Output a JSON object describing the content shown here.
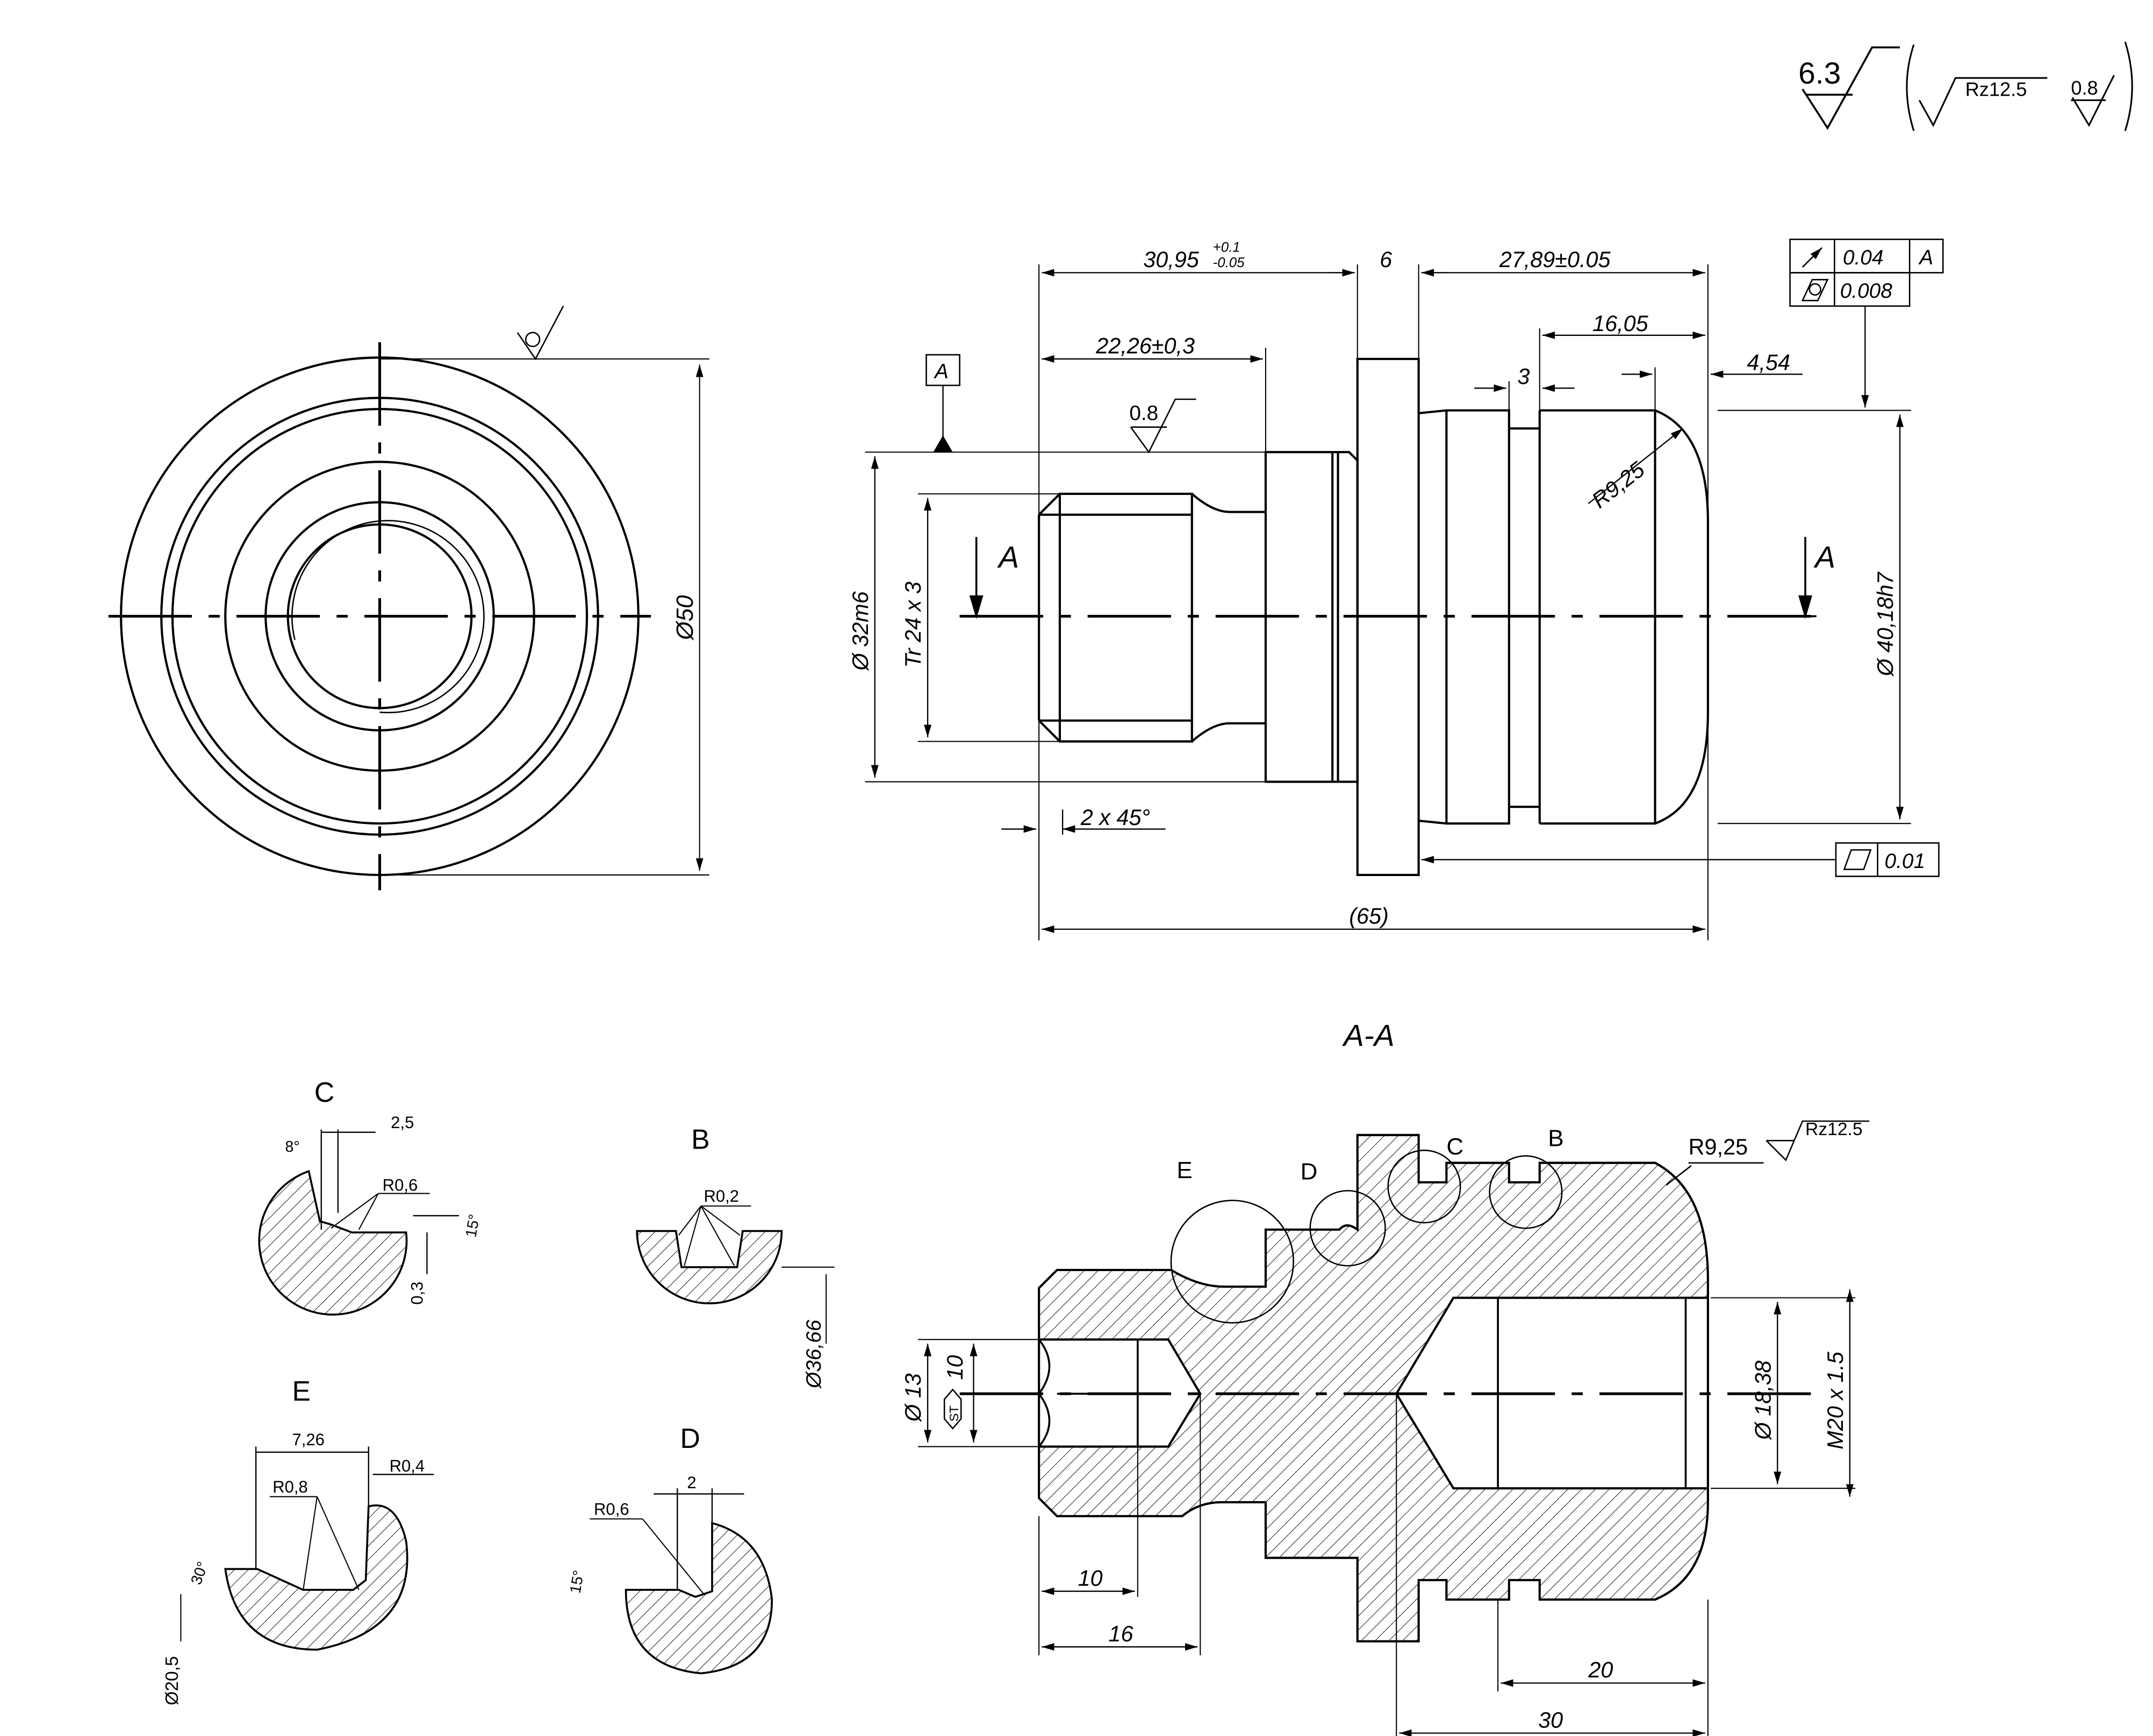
{
  "roughness": {
    "general_value": "6.3",
    "bracket_rz": "Rz12.5",
    "bracket_ra": "0.8",
    "section_rz": "Rz12.5",
    "view_ra": "0.8"
  },
  "views": {
    "section_label": "A-A",
    "cut_label": "A",
    "datum_label": "A",
    "detail_labels": {
      "C": "C",
      "B": "B",
      "E": "E",
      "D": "D"
    }
  },
  "dims_side": {
    "d_flange": "30,95",
    "tol_upper": "+0.1",
    "tol_lower": "-0.05",
    "flange_w": "6",
    "right_len": "27,89±0.05",
    "left_len": "22,26±0,3",
    "len_1605": "16,05",
    "groove_3": "3",
    "len_454": "4,54",
    "radius": "R9,25",
    "dia_32": "Ø 32m6",
    "thread": "Tr 24 x 3",
    "dia_40": "Ø 40,18h7",
    "chamfer": "2 x 45°",
    "total": "(65)"
  },
  "gdt": {
    "runout_value": "0.04",
    "runout_datum": "A",
    "cyl_value": "0.008",
    "flat_value": "0.01"
  },
  "dims_front": {
    "dia_50": "Ø50"
  },
  "dims_section": {
    "dia_13": "Ø 13",
    "st_badge": "ST",
    "st_value": "10",
    "dia_1838": "Ø 18,38",
    "thread_m20": "M20 x 1.5",
    "len_10": "10",
    "len_16": "16",
    "len_20": "20",
    "len_30": "30",
    "radius": "R9,25"
  },
  "detail_c": {
    "w": "2,5",
    "angle_8": "8°",
    "radius": "R0,6",
    "angle_15": "15°",
    "depth": "0,3"
  },
  "detail_b": {
    "radius": "R0,2",
    "dia": "Ø36,66"
  },
  "detail_e": {
    "w": "7,26",
    "r08": "R0,8",
    "r04": "R0,4",
    "angle": "30°",
    "dia": "Ø20,5"
  },
  "detail_d": {
    "w": "2",
    "radius": "R0,6",
    "angle": "15°"
  }
}
